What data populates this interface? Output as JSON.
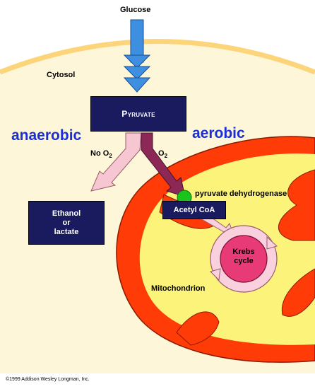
{
  "glucose": "Glucose",
  "cytosol": "Cytosol",
  "pyruvate": "Pyruvate",
  "anaerobic": "anaerobic",
  "aerobic": "aerobic",
  "no_o2": "No O",
  "no_o2_sub": "2",
  "o2": "O",
  "o2_sub": "2",
  "ethanol": {
    "line1": "Ethanol",
    "line2": "or",
    "line3": "lactate"
  },
  "acetyl_coa": "Acetyl CoA",
  "enzyme": "pyruvate dehydrogenase",
  "krebs": {
    "line1": "Krebs",
    "line2": "cycle"
  },
  "mitochondrion": "Mitochondrion",
  "copyright": "©1999 Addison Wesley Longman, Inc.",
  "colors": {
    "cytosol_fill": "#fdf6d9",
    "cell_membrane": "#fcd57a",
    "mito_outer": "#ff3b08",
    "mito_inner_matrix": "#fcf37a",
    "box_fill": "#1a1b5e",
    "glucose_arrow": "#3f8fe0",
    "anaerobic_arrow": "#f6c7d2",
    "aerobic_arrow": "#8c2855",
    "krebs_fill": "#e83a76",
    "enzyme_dot": "#19c41d",
    "label_blue": "#1a2fd8"
  }
}
